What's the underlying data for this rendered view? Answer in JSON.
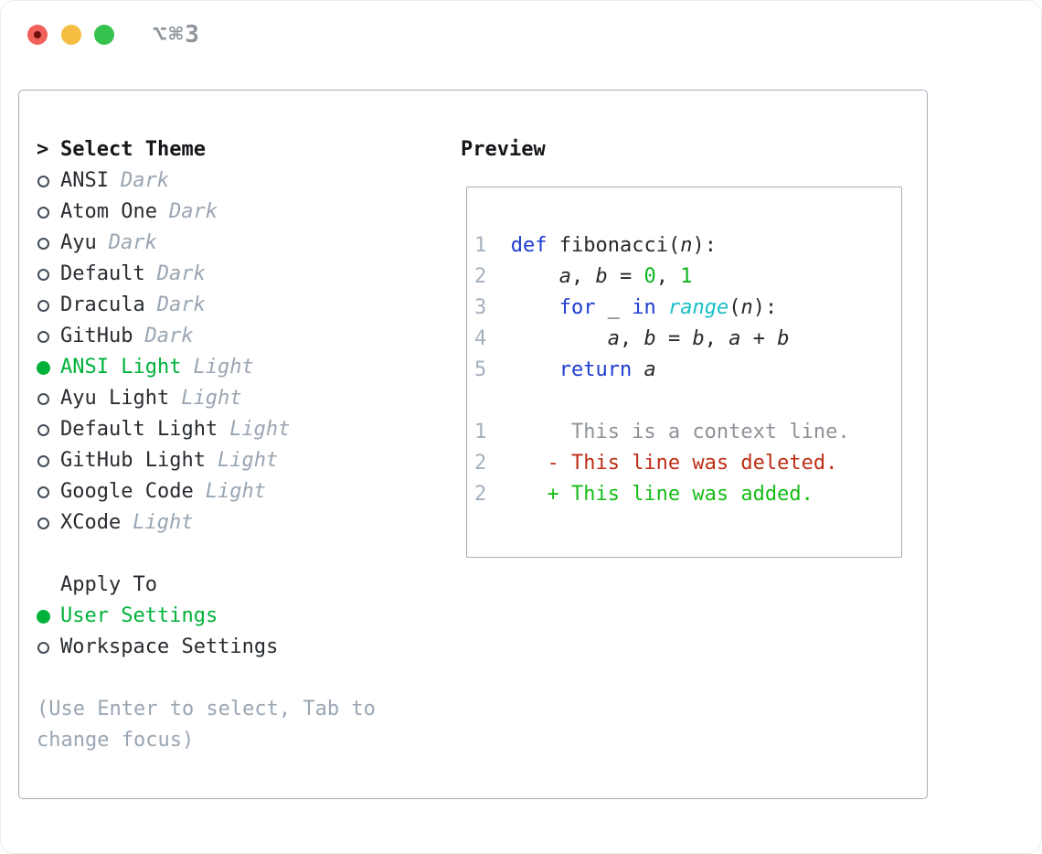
{
  "window": {
    "title": "⌥⌘3",
    "traffic_lights": {
      "red": "#f2605a",
      "red_dot": "#6e100a",
      "yellow": "#f5bd41",
      "green": "#35c24e"
    }
  },
  "colors": {
    "text_dark": "#282c30",
    "heading_dark": "#141619",
    "muted_gray": "#9aa6b3",
    "line_number_gray": "#a3b0be",
    "context_gray": "#8e9399",
    "selected_green": "#00b23a",
    "added_green": "#17bd17",
    "deleted_red": "#bd2e14",
    "keyword_blue": "#1e3dd0",
    "builtin_cyan": "#16bfc7",
    "number_green": "#0db41e",
    "border_gray": "#a6adb8",
    "title_gray": "#8f959d"
  },
  "theme_panel": {
    "header": {
      "prompt": ">",
      "label": "Select Theme"
    },
    "themes": [
      {
        "name": "ANSI",
        "tag": "Dark",
        "selected": false
      },
      {
        "name": "Atom One",
        "tag": "Dark",
        "selected": false
      },
      {
        "name": "Ayu",
        "tag": "Dark",
        "selected": false
      },
      {
        "name": "Default",
        "tag": "Dark",
        "selected": false
      },
      {
        "name": "Dracula",
        "tag": "Dark",
        "selected": false
      },
      {
        "name": "GitHub",
        "tag": "Dark",
        "selected": false
      },
      {
        "name": "ANSI Light",
        "tag": "Light",
        "selected": true
      },
      {
        "name": "Ayu Light",
        "tag": "Light",
        "selected": false
      },
      {
        "name": "Default Light",
        "tag": "Light",
        "selected": false
      },
      {
        "name": "GitHub Light",
        "tag": "Light",
        "selected": false
      },
      {
        "name": "Google Code",
        "tag": "Light",
        "selected": false
      },
      {
        "name": "XCode",
        "tag": "Light",
        "selected": false
      }
    ],
    "apply_to": {
      "label": "Apply To",
      "options": [
        {
          "name": "User Settings",
          "selected": true
        },
        {
          "name": "Workspace Settings",
          "selected": false
        }
      ]
    },
    "help": {
      "0": "(Use Enter to select, Tab to",
      "1": "change focus)"
    }
  },
  "preview": {
    "label": "Preview",
    "code": {
      "language": "python",
      "lines": [
        {
          "num": "1",
          "tokens": [
            {
              "t": "  ",
              "s": "p"
            },
            {
              "t": "def",
              "s": "kw"
            },
            {
              "t": " fibonacci(",
              "s": "p"
            },
            {
              "t": "n",
              "s": "var"
            },
            {
              "t": "):",
              "s": "p"
            }
          ]
        },
        {
          "num": "2",
          "tokens": [
            {
              "t": "      ",
              "s": "p"
            },
            {
              "t": "a",
              "s": "var"
            },
            {
              "t": ", ",
              "s": "p"
            },
            {
              "t": "b",
              "s": "var"
            },
            {
              "t": " = ",
              "s": "p"
            },
            {
              "t": "0",
              "s": "num"
            },
            {
              "t": ", ",
              "s": "p"
            },
            {
              "t": "1",
              "s": "num"
            }
          ]
        },
        {
          "num": "3",
          "tokens": [
            {
              "t": "      ",
              "s": "p"
            },
            {
              "t": "for",
              "s": "kw"
            },
            {
              "t": " _ ",
              "s": "p"
            },
            {
              "t": "in",
              "s": "kw"
            },
            {
              "t": " ",
              "s": "p"
            },
            {
              "t": "range",
              "s": "builtin"
            },
            {
              "t": "(",
              "s": "p"
            },
            {
              "t": "n",
              "s": "var"
            },
            {
              "t": "):",
              "s": "p"
            }
          ]
        },
        {
          "num": "4",
          "tokens": [
            {
              "t": "          ",
              "s": "p"
            },
            {
              "t": "a",
              "s": "var"
            },
            {
              "t": ", ",
              "s": "p"
            },
            {
              "t": "b",
              "s": "var"
            },
            {
              "t": " = ",
              "s": "p"
            },
            {
              "t": "b",
              "s": "var"
            },
            {
              "t": ", ",
              "s": "p"
            },
            {
              "t": "a",
              "s": "var"
            },
            {
              "t": " + ",
              "s": "p"
            },
            {
              "t": "b",
              "s": "var"
            }
          ]
        },
        {
          "num": "5",
          "tokens": [
            {
              "t": "      ",
              "s": "p"
            },
            {
              "t": "return",
              "s": "kw"
            },
            {
              "t": " ",
              "s": "p"
            },
            {
              "t": "a",
              "s": "var"
            }
          ]
        }
      ]
    },
    "diff": {
      "lines": [
        {
          "num": "1",
          "sign": "",
          "text": "This is a context line.",
          "type": "ctx"
        },
        {
          "num": "2",
          "sign": "-",
          "text": "This line was deleted.",
          "type": "del"
        },
        {
          "num": "2",
          "sign": "+",
          "text": "This line was added.",
          "type": "add"
        }
      ]
    }
  }
}
